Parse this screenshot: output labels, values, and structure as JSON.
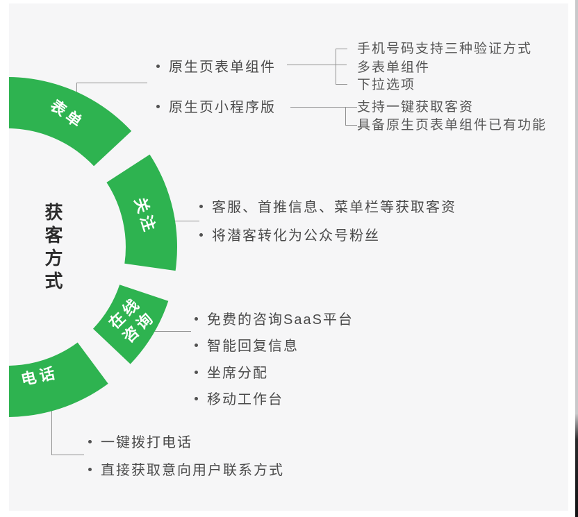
{
  "title": "获客方式",
  "colors": {
    "green": "#2eb350",
    "line": "#8f8f8f",
    "panel_bg": "#f6f6f7",
    "text": "#4a4a4a"
  },
  "ring": {
    "segments": [
      {
        "label": "表单"
      },
      {
        "label": "关注"
      },
      {
        "label": "在线咨询",
        "lines": [
          "在线",
          "咨询"
        ]
      },
      {
        "label": "电话"
      }
    ]
  },
  "form": {
    "item1": "原生页表单组件",
    "item1_branches": [
      "手机号码支持三种验证方式",
      "多表单组件",
      "下拉选项"
    ],
    "item2": "原生页小程序版",
    "item2_branches": [
      "支持一键获取客资",
      "具备原生页表单组件已有功能"
    ]
  },
  "follow": {
    "items": [
      "客服、首推信息、菜单栏等获取客资",
      "将潜客转化为公众号粉丝"
    ]
  },
  "online": {
    "items": [
      "免费的咨询SaaS平台",
      "智能回复信息",
      "坐席分配",
      "移动工作台"
    ]
  },
  "phone": {
    "items": [
      "一键拨打电话",
      "直接获取意向用户联系方式"
    ]
  }
}
